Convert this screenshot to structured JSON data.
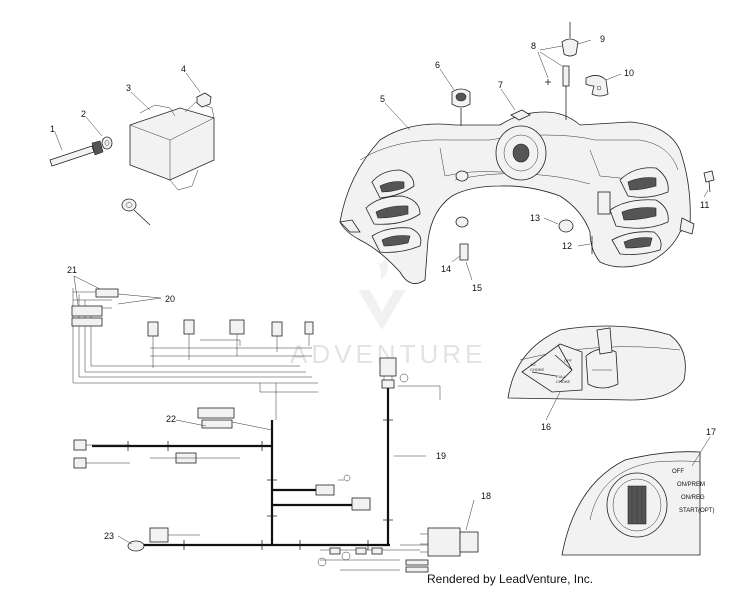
{
  "watermark": {
    "text": "ADVENTURE"
  },
  "credit": "Rendered by LeadVenture, Inc.",
  "callouts": [
    "1",
    "2",
    "3",
    "4",
    "5",
    "6",
    "7",
    "8",
    "9",
    "10",
    "11",
    "12",
    "13",
    "14",
    "15",
    "16",
    "17",
    "18",
    "19",
    "20",
    "21",
    "22",
    "23"
  ],
  "ignition_switch_labels": {
    "off": "OFF",
    "on_prem": "ON/PREM",
    "on_reg": "ON/REG",
    "start": "START(OPT)"
  }
}
